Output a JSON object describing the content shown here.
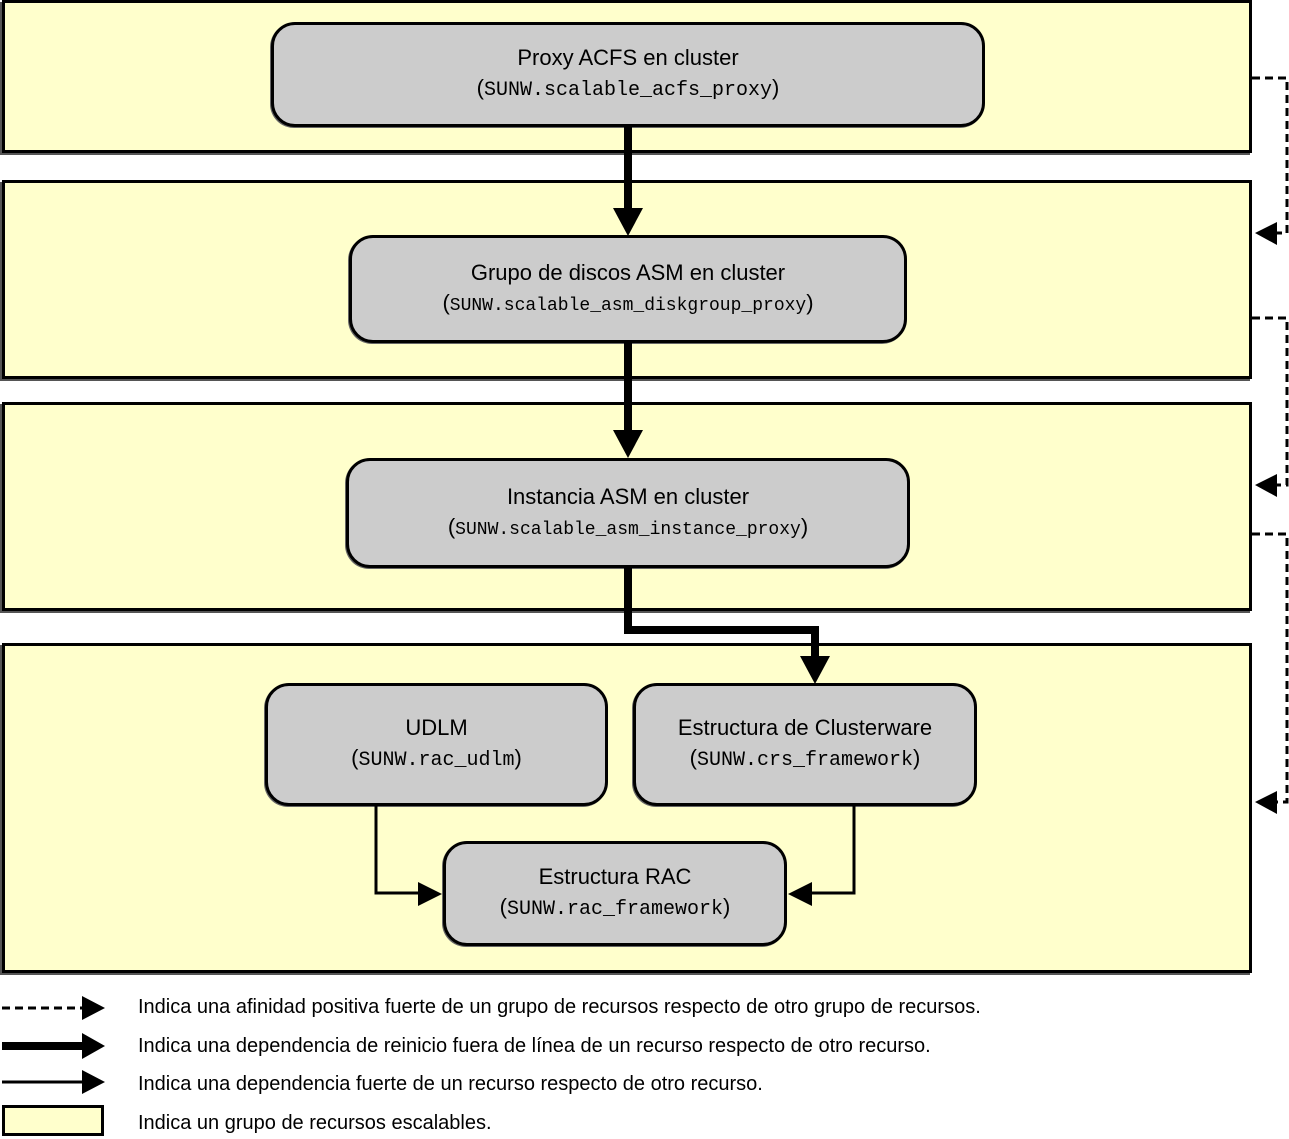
{
  "diagram": {
    "colors": {
      "group_fill": "#ffffcc",
      "node_fill": "#cccccc",
      "stroke": "#000000",
      "background": "#ffffff"
    },
    "groups": [
      {
        "id": "acfs-proxy-group"
      },
      {
        "id": "asm-diskgroup-group"
      },
      {
        "id": "asm-instance-group"
      },
      {
        "id": "framework-group"
      }
    ],
    "nodes": {
      "acfs_proxy": {
        "title": "Proxy ACFS en cluster",
        "type": "SUNW.scalable_acfs_proxy"
      },
      "asm_diskgroup": {
        "title": "Grupo de discos ASM en cluster",
        "type": "SUNW.scalable_asm_diskgroup_proxy"
      },
      "asm_instance": {
        "title": "Instancia ASM en cluster",
        "type": "SUNW.scalable_asm_instance_proxy"
      },
      "udlm": {
        "title": "UDLM",
        "type": "SUNW.rac_udlm"
      },
      "crs_framework": {
        "title": "Estructura de Clusterware",
        "type": "SUNW.crs_framework"
      },
      "rac_framework": {
        "title": "Estructura RAC",
        "type": "SUNW.rac_framework"
      }
    },
    "edges": [
      {
        "from": "acfs_proxy",
        "to": "asm_diskgroup",
        "kind": "offline-restart-dependency"
      },
      {
        "from": "asm_diskgroup",
        "to": "asm_instance",
        "kind": "offline-restart-dependency"
      },
      {
        "from": "asm_instance",
        "to": "crs_framework",
        "kind": "offline-restart-dependency"
      },
      {
        "from": "udlm",
        "to": "rac_framework",
        "kind": "strong-dependency"
      },
      {
        "from": "crs_framework",
        "to": "rac_framework",
        "kind": "strong-dependency"
      },
      {
        "from": "acfs-proxy-group",
        "to": "asm-diskgroup-group",
        "kind": "strong-positive-affinity"
      },
      {
        "from": "asm-diskgroup-group",
        "to": "asm-instance-group",
        "kind": "strong-positive-affinity"
      },
      {
        "from": "asm-instance-group",
        "to": "framework-group",
        "kind": "strong-positive-affinity"
      }
    ],
    "paren_open": "(",
    "paren_close": ")"
  },
  "legend": [
    {
      "symbol": "dashed-arrow",
      "text": "Indica una afinidad positiva fuerte de un grupo de recursos respecto de otro grupo de recursos."
    },
    {
      "symbol": "thick-arrow",
      "text": "Indica una dependencia de reinicio fuera de línea de un recurso respecto de otro recurso."
    },
    {
      "symbol": "thin-arrow",
      "text": "Indica una dependencia fuerte de un recurso respecto de otro recurso."
    },
    {
      "symbol": "yellow-box",
      "text": "Indica un grupo de recursos escalables."
    }
  ]
}
